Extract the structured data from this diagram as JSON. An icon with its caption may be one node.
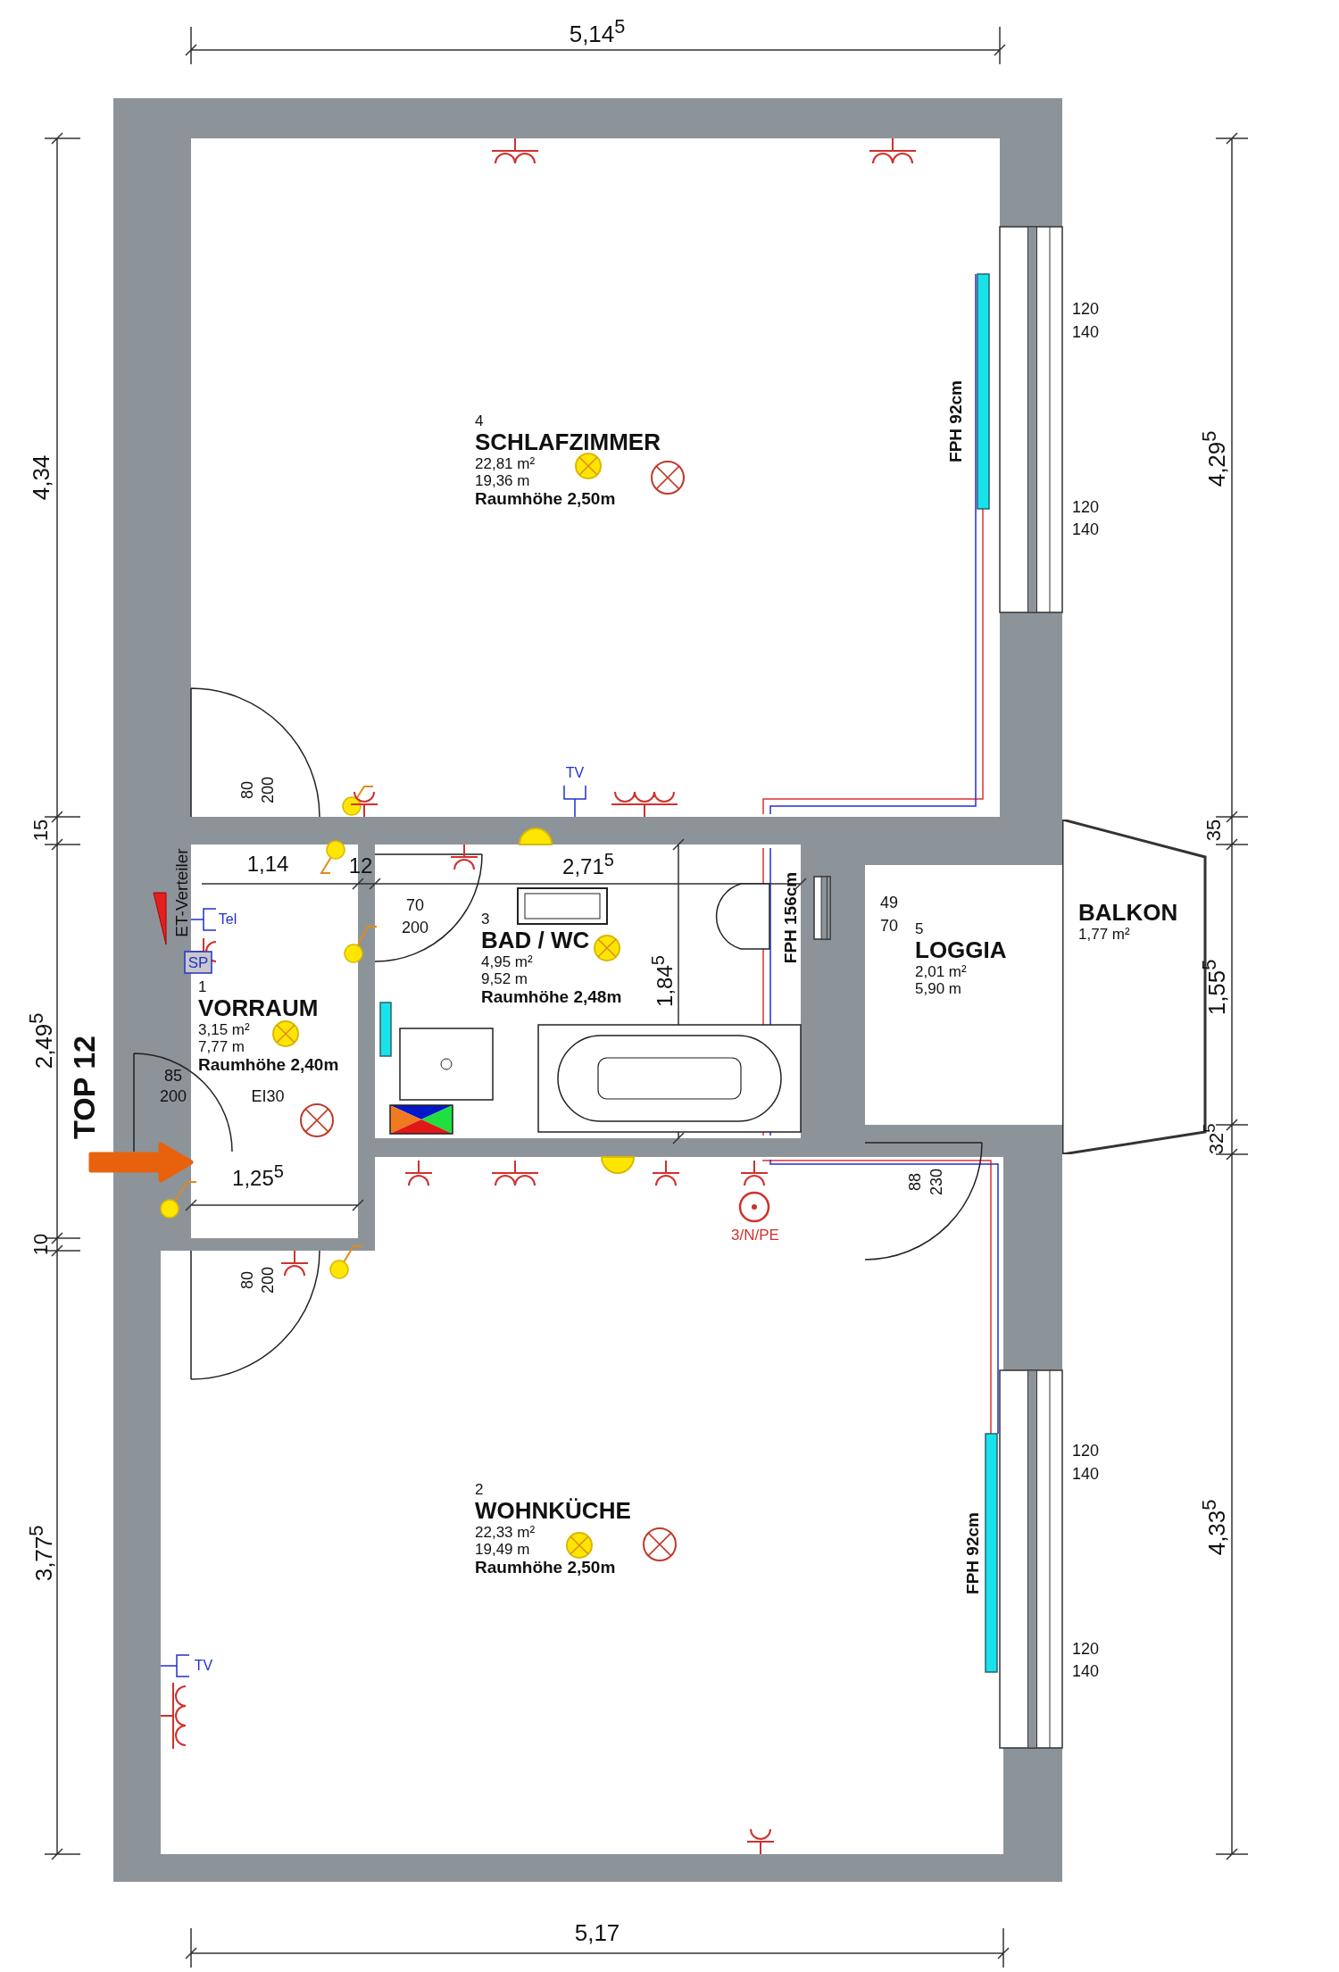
{
  "diagram": {
    "nodes": [
      {
        "text": [
          "4",
          "SCHLAFZIMMER",
          "22,81 m²",
          "19,36 m",
          "Raumhöhe 2,50m"
        ]
      },
      {
        "text": [
          "1",
          "VORRAUM",
          "3,15 m²",
          "7,77 m",
          "Raumhöhe 2,40m"
        ]
      },
      {
        "text": [
          "3",
          "BAD / WC",
          "4,95 m²",
          "9,52 m",
          "Raumhöhe 2,48m"
        ]
      },
      {
        "text": [
          "5",
          "LOGGIA",
          "2,01 m²",
          "5,90 m"
        ]
      },
      {
        "text": [
          "BALKON",
          "1,77 m²"
        ]
      },
      {
        "text": [
          "2",
          "WOHNKÜCHE",
          "22,33 m²",
          "19,49 m",
          "Raumhöhe 2,50m"
        ]
      }
    ],
    "edges": [
      {
        "from": null,
        "to": 1,
        "arrow": "to"
      }
    ],
    "labels": [
      "5,14$^{5}$",
      "4,34",
      "120",
      "140",
      "FPH 92cm",
      "4,29$^{5}$",
      "120",
      "140",
      "80",
      "200",
      "TV",
      "15",
      "35",
      "ET-Verteiler",
      "1,14",
      "12",
      "2,71$^{5}$",
      "70",
      "49",
      "Tel",
      "200",
      "FPH 156cm",
      "70",
      "SP",
      "1,84$^{5}$",
      "1,55$^{5}$",
      "2,49$^{5}$",
      "TOP 12",
      "85",
      "200",
      "EI30",
      "32$^{5}$",
      "1,25$^{5}$",
      "88",
      "230",
      "10",
      "3/N/PE",
      "80",
      "200",
      "120",
      "140",
      "3,77$^{5}$",
      "FPH 92cm",
      "4,33$^{5}$",
      "TV",
      "120",
      "140",
      "5,17"
    ]
  }
}
